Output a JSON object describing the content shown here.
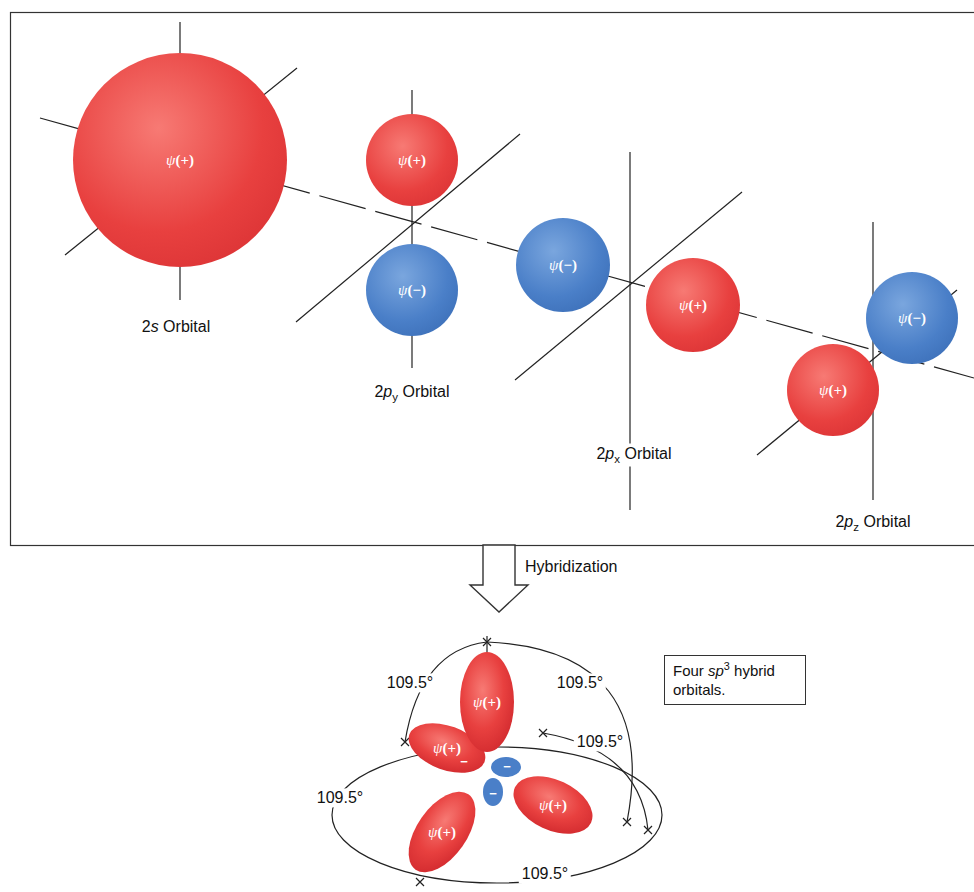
{
  "diagram": {
    "nodes": [
      {
        "text": [
          "ψ(+)"
        ]
      },
      {
        "text": [
          "ψ(+)"
        ]
      },
      {
        "text": [
          "ψ(−)"
        ]
      },
      {
        "text": [
          "ψ(−)"
        ]
      },
      {
        "text": [
          "ψ(+)"
        ]
      },
      {
        "text": [
          "ψ(−)"
        ]
      },
      {
        "text": [
          "ψ(+)"
        ]
      },
      {
        "text": [
          "ψ(+)"
        ]
      },
      {
        "text": [
          "ψ(+)"
        ]
      },
      {
        "text": [
          "ψ(+)"
        ]
      },
      {
        "text": [
          "ψ(+)"
        ]
      },
      {
        "text": [
          "Four sp3 hybrid orbitals."
        ]
      }
    ],
    "labels": [
      "2s Orbital",
      "2py Orbital",
      "2px Orbital",
      "2pz Orbital",
      "Hybridization",
      "−",
      "−",
      "−",
      "109.5°",
      "109.5°",
      "109.5°",
      "109.5°",
      "109.5°"
    ]
  }
}
